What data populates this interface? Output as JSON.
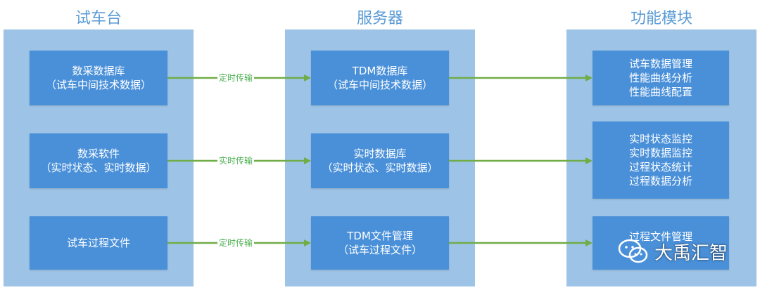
{
  "columns": {
    "test_bench": {
      "title": "试车台",
      "boxes": [
        {
          "lines": [
            "数采数据库",
            "（试车中间技术数据）"
          ]
        },
        {
          "lines": [
            "数采软件",
            "（实时状态、实时数据）"
          ]
        },
        {
          "lines": [
            "试车过程文件"
          ]
        }
      ]
    },
    "server": {
      "title": "服务器",
      "boxes": [
        {
          "lines": [
            "TDM数据库",
            "（试车中间技术数据）"
          ]
        },
        {
          "lines": [
            "实时数据库",
            "（实时状态、实时数据）"
          ]
        },
        {
          "lines": [
            "TDM文件管理",
            "（试车过程文件）"
          ]
        }
      ]
    },
    "modules": {
      "title": "功能模块",
      "boxes": [
        {
          "lines": [
            "试车数据管理",
            "性能曲线分析",
            "性能曲线配置"
          ]
        },
        {
          "lines": [
            "实时状态监控",
            "实时数据监控",
            "过程状态统计",
            "过程数据分析"
          ]
        },
        {
          "lines": [
            "过程文件管理"
          ]
        }
      ]
    }
  },
  "arrow_labels": [
    "定时传输",
    "实时传输",
    "定时传输"
  ],
  "colors": {
    "panel": "#9dc3e6",
    "box": "#4a90d9",
    "title": "#5b9bd5",
    "arrow": "#70ad47"
  },
  "watermark": {
    "icon": "wechat-icon",
    "text": "大禹汇智"
  }
}
